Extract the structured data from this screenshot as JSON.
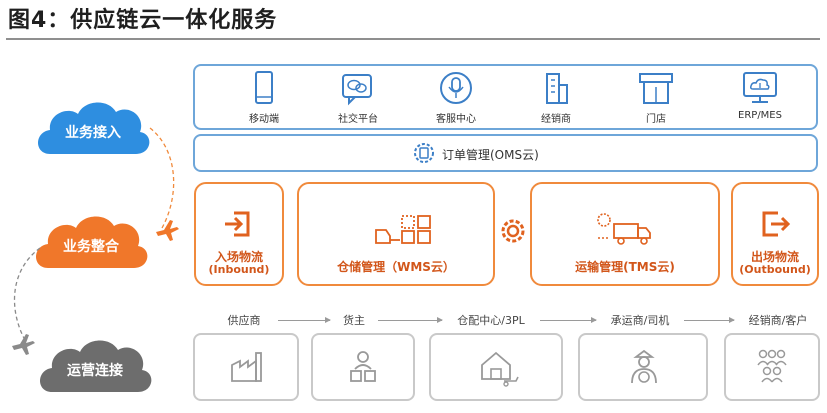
{
  "header": {
    "title": "图4：供应链云一体化服务"
  },
  "clouds": [
    {
      "label": "业务接入",
      "color": "#2e8ee0"
    },
    {
      "label": "业务整合",
      "color": "#f0772a"
    },
    {
      "label": "运营连接",
      "color": "#6d6d6d"
    }
  ],
  "channels": [
    {
      "label": "移动端",
      "icon": "phone-icon"
    },
    {
      "label": "社交平台",
      "icon": "chat-icon"
    },
    {
      "label": "客服中心",
      "icon": "microphone-icon"
    },
    {
      "label": "经销商",
      "icon": "building-icon"
    },
    {
      "label": "门店",
      "icon": "store-icon"
    },
    {
      "label": "ERP/MES",
      "icon": "cloud-monitor-icon"
    }
  ],
  "oms": {
    "label": "订单管理(OMS云)"
  },
  "integration": {
    "inbound_cn": "入场物流",
    "inbound_en": "(Inbound)",
    "wms": "仓储管理（WMS云）",
    "tms": "运输管理(TMS云)",
    "outbound_cn": "出场物流",
    "outbound_en": "(Outbound)"
  },
  "stages": [
    "供应商",
    "货主",
    "仓配中心/3PL",
    "承运商/司机",
    "经销商/客户"
  ],
  "colors": {
    "blue": "#2e8ee0",
    "orange": "#f0772a",
    "gray": "#6d6d6d"
  }
}
